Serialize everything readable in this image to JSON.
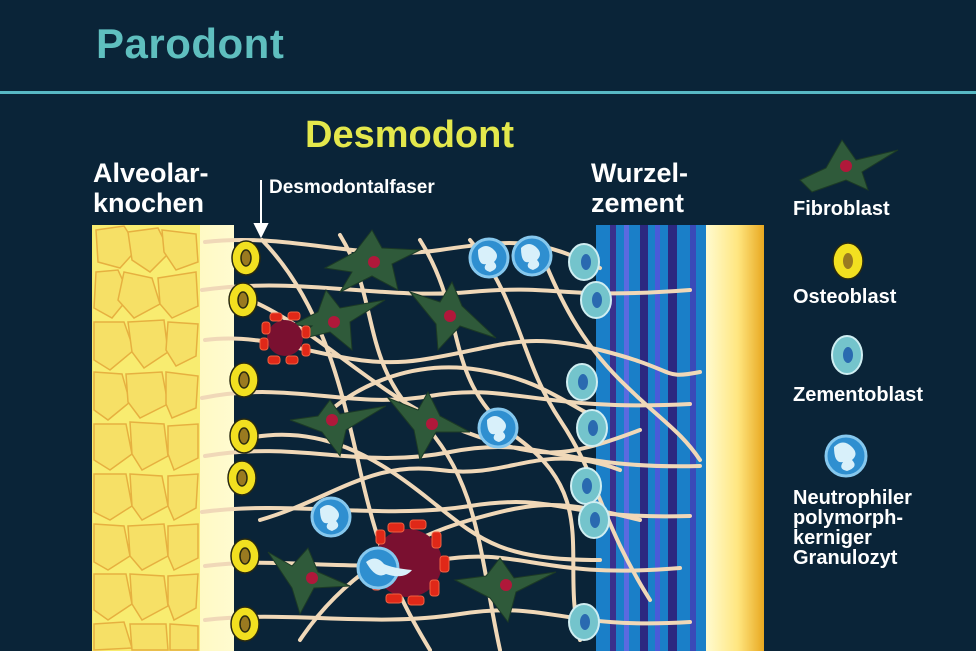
{
  "title": "Parodont",
  "heading": "Desmodont",
  "labels": {
    "alveolar_line1": "Alveolar-",
    "alveolar_line2": "knochen",
    "fiber": "Desmodontalfaser",
    "cementum_line1": "Wurzel-",
    "cementum_line2": "zement"
  },
  "legend": {
    "fibroblast": "Fibroblast",
    "osteoblast": "Osteoblast",
    "cementoblast": "Zementoblast",
    "neutrophil_lines": [
      "Neutrophiler",
      "polymorph-",
      "kerniger",
      "Granulozyt"
    ]
  },
  "colors": {
    "background": "#0a2438",
    "title": "#5fbfbf",
    "heading": "#e4e84c",
    "bone": "#f6ec8e",
    "fiber": "#f0d8b8",
    "fibroblast": "#2f5a3a",
    "osteoblast": "#f2e020",
    "cementoblast": "#74c4cc",
    "neutrophil": "#3c9ad8",
    "red_cell": "#e02818",
    "cementum": "#1a7fc8"
  }
}
